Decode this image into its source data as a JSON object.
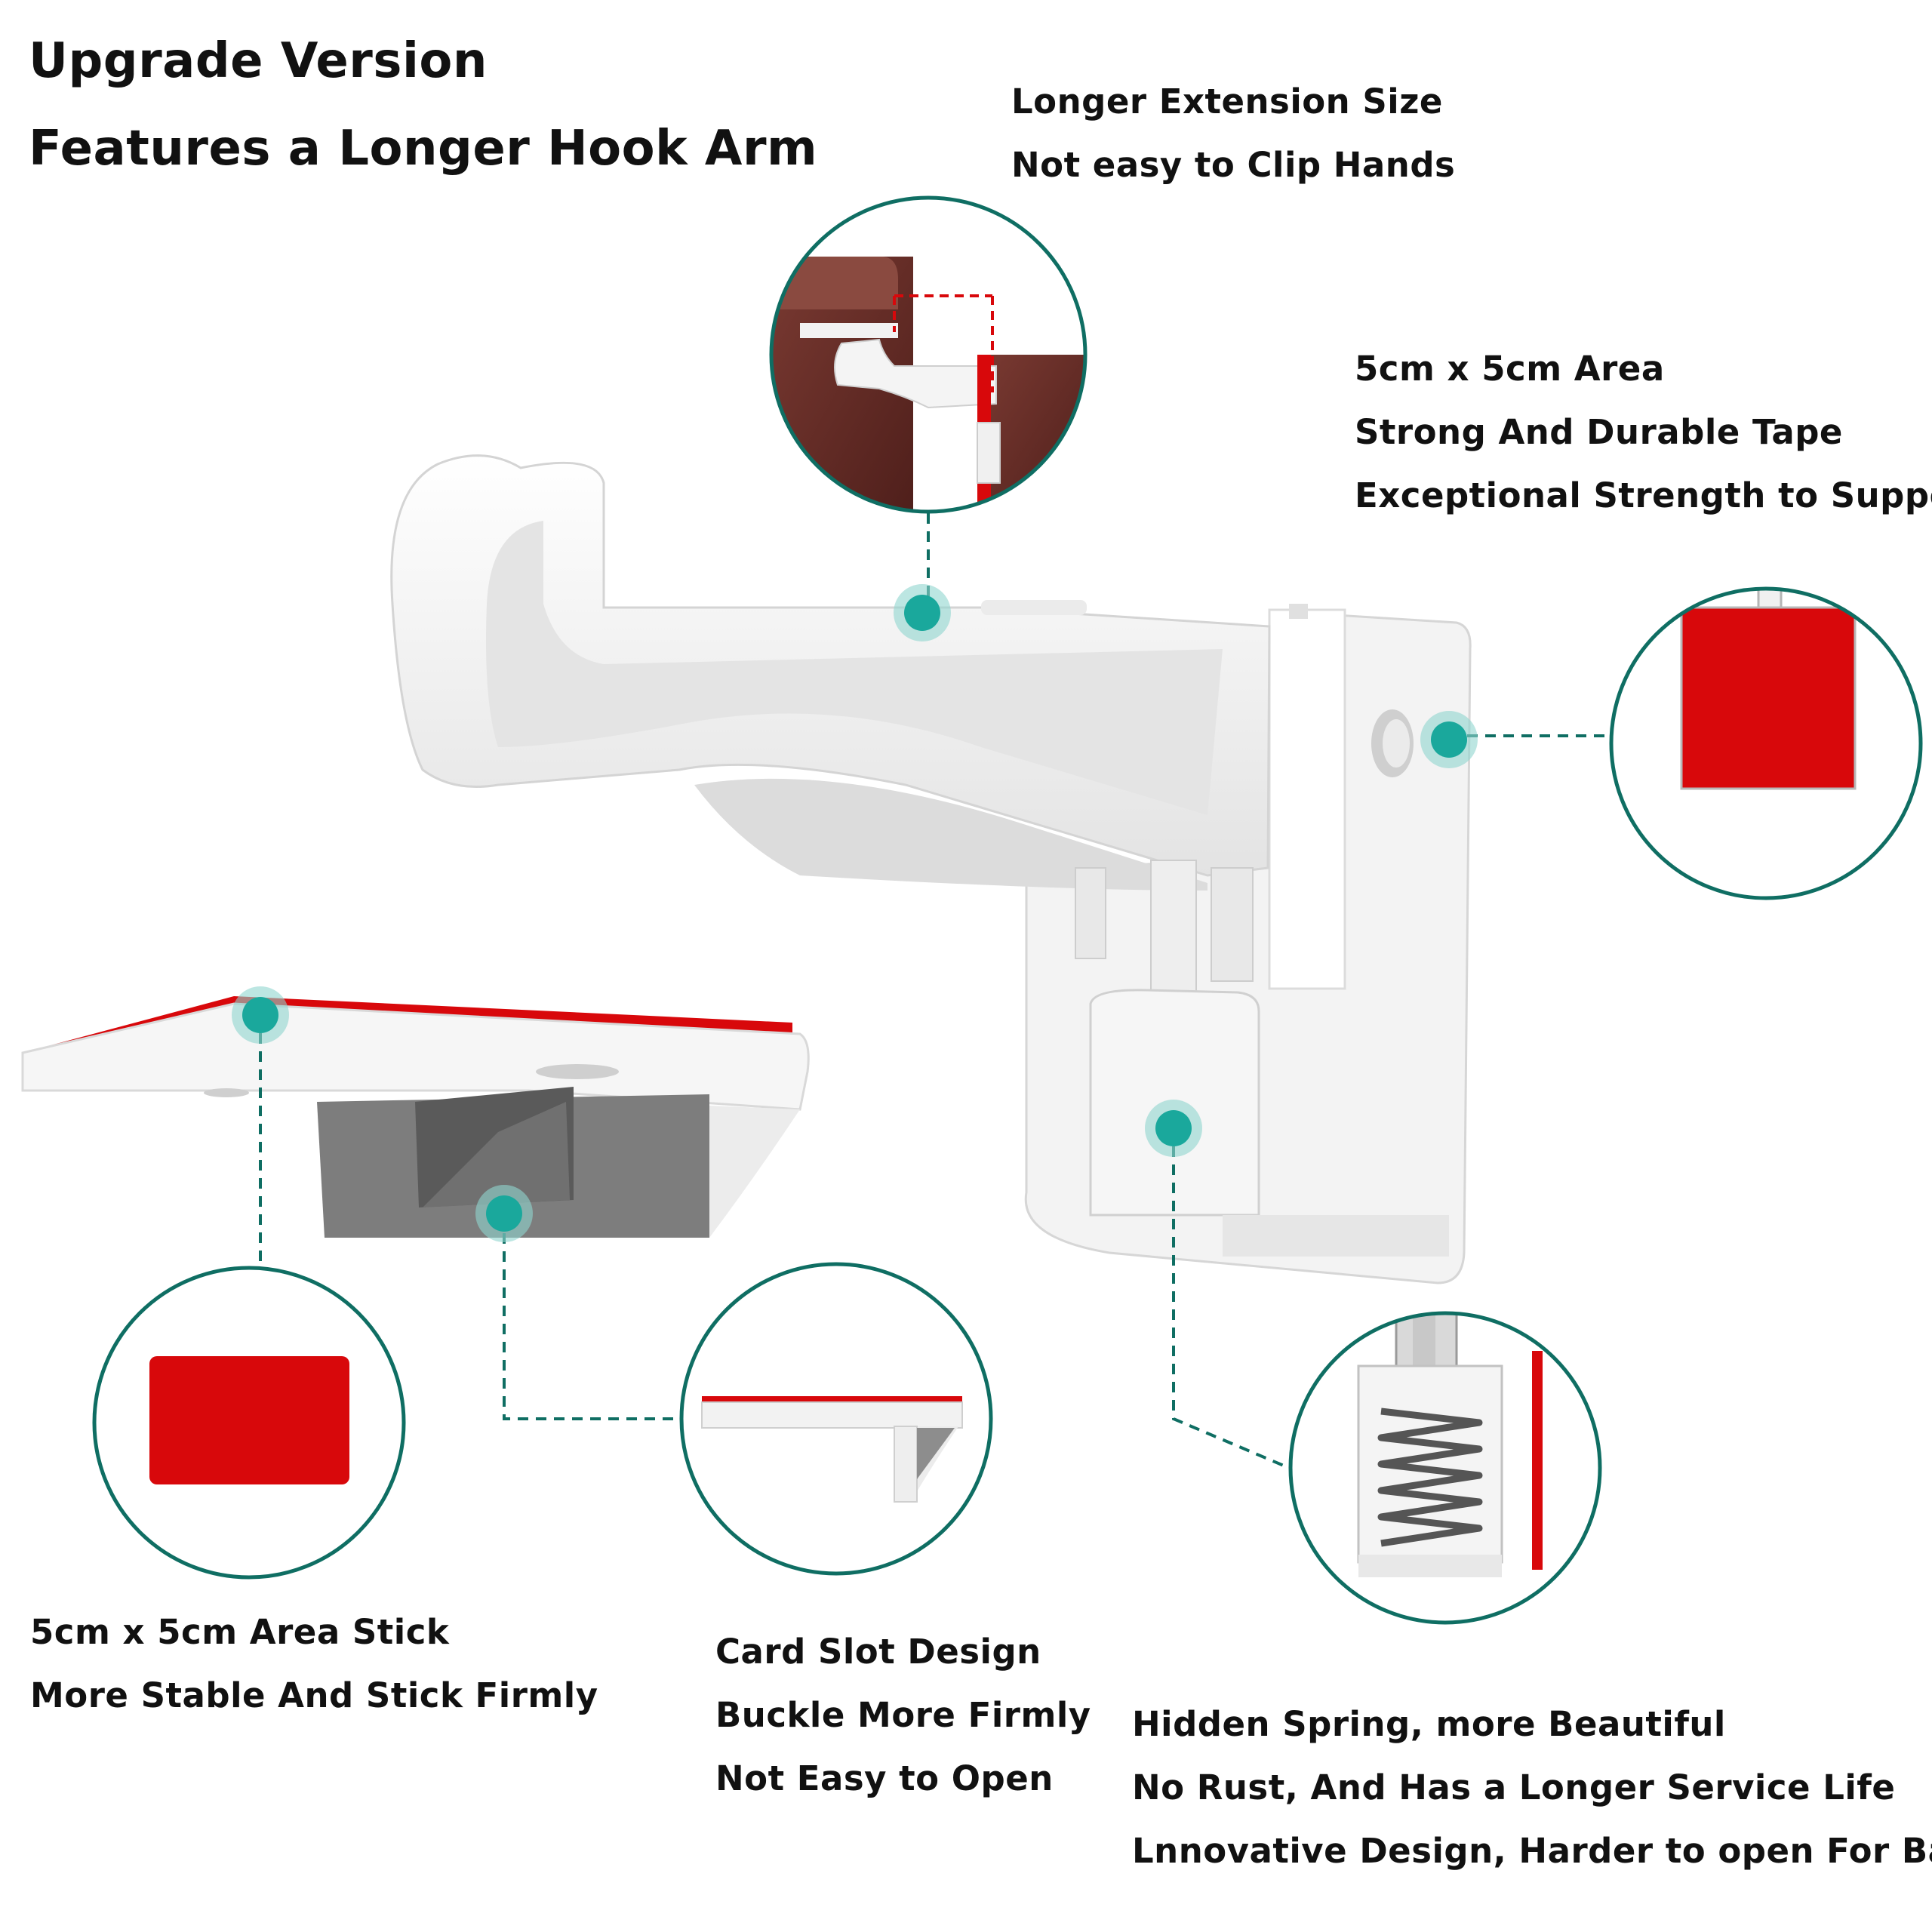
{
  "header": {
    "line1": "Upgrade Version",
    "line2": "Features a Longer Hook Arm"
  },
  "callouts": {
    "extension": {
      "line1": "Longer Extension Size",
      "line2": "Not easy to Clip Hands"
    },
    "tape": {
      "line1": "5cm x 5cm Area",
      "line2": "Strong And Durable Tape",
      "line3": "Exceptional Strength to Support"
    },
    "stick": {
      "line1": "5cm x 5cm Area Stick",
      "line2": "More Stable And Stick Firmly"
    },
    "slot": {
      "line1": "Card Slot Design",
      "line2": "Buckle More Firmly",
      "line3": "Not Easy to Open"
    },
    "spring": {
      "line1": "Hidden Spring, more Beautiful",
      "line2": "No Rust, And Has a Longer Service Life",
      "line3": "Lnnovative Design, Harder to open For Baby."
    }
  },
  "colors": {
    "accent_teal": "#1aa89c",
    "circle_stroke": "#0f6e63",
    "tape_red": "#d8080b",
    "product_white": "#f4f4f4",
    "product_shadow": "#d9d9d9",
    "wood": "#6b2c26"
  }
}
